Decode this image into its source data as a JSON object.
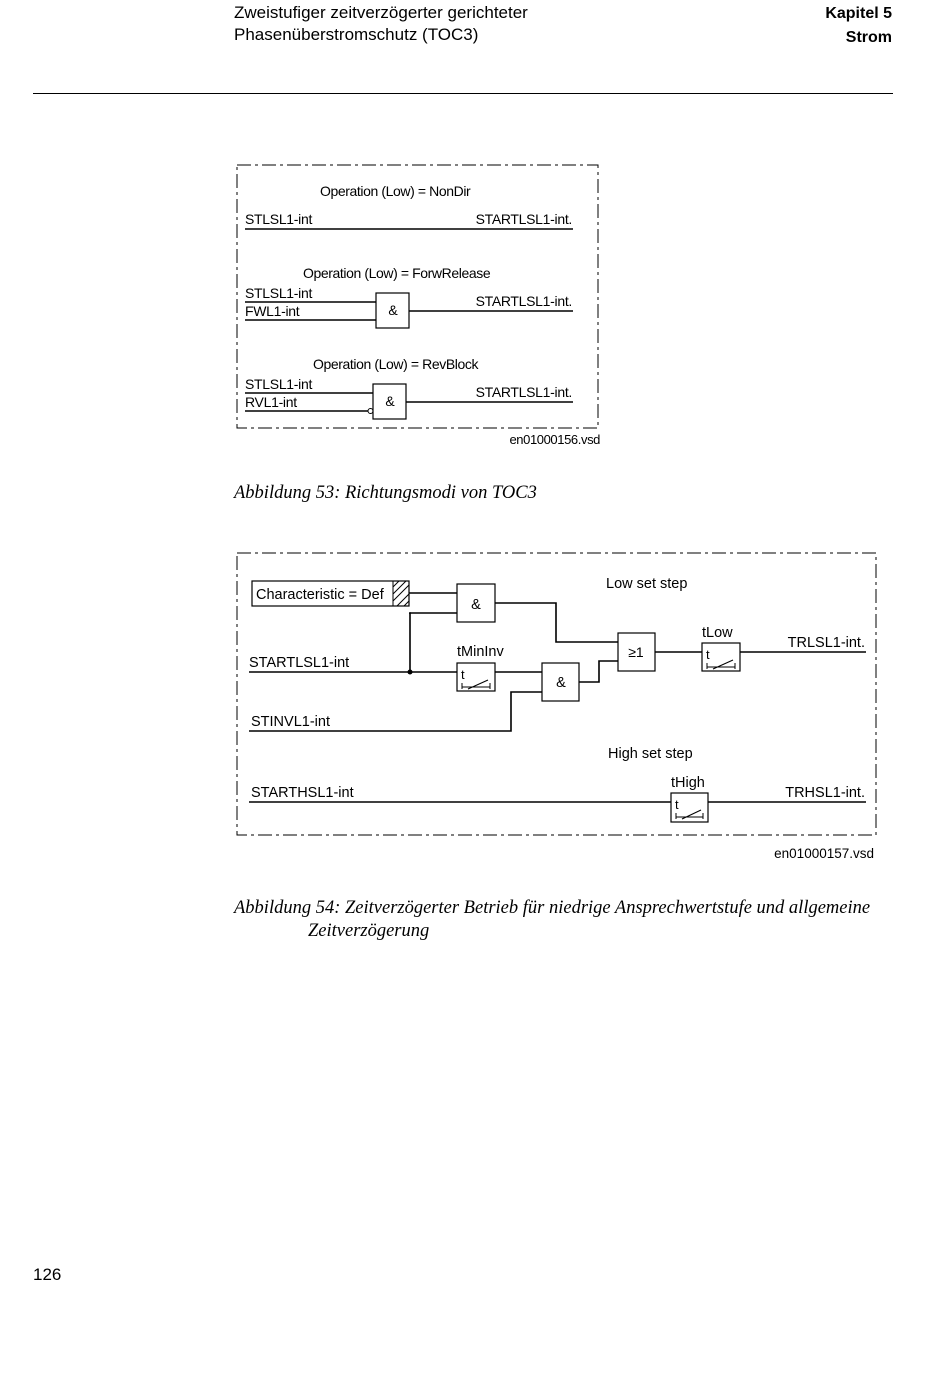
{
  "header": {
    "title_line1": "Zweistufiger zeitverzögerter gerichteter",
    "title_line2": "Phasenüberstromschutz (TOC3)",
    "chapter": "Kapitel 5",
    "section": "Strom"
  },
  "figure53": {
    "mode1_title": "Operation (Low) = NonDir",
    "mode1_input": "STLSL1-int",
    "mode1_output": "STARTLSL1-int.",
    "mode2_title": "Operation (Low) = ForwRelease",
    "mode2_input1": "STLSL1-int",
    "mode2_input2": "FWL1-int",
    "mode2_gate": "&",
    "mode2_output": "STARTLSL1-int.",
    "mode3_title": "Operation (Low) = RevBlock",
    "mode3_input1": "STLSL1-int",
    "mode3_input2": "RVL1-int",
    "mode3_gate": "&",
    "mode3_output": "STARTLSL1-int.",
    "file_id": "en01000156.vsd",
    "caption": "Abbildung 53: Richtungsmodi von TOC3"
  },
  "figure54": {
    "characteristic_label": "Characteristic = Def",
    "low_set_step": "Low set step",
    "and_gate1": "&",
    "and_gate2": "&",
    "or_gate": "≥1",
    "tmininv_label": "tMinInv",
    "tlow_label": "tLow",
    "timer_symbol": "t",
    "input_startlsl1": "STARTLSL1-int",
    "input_stinvl1": "STINVL1-int",
    "output_trlsl1": "TRLSL1-int.",
    "high_set_step": "High set step",
    "input_starthsl1": "STARTHSL1-int",
    "thigh_label": "tHigh",
    "output_trhsl1": "TRHSL1-int.",
    "file_id": "en01000157.vsd",
    "caption_line1": "Abbildung 54: Zeitverzögerter Betrieb für niedrige Ansprechwertstufe und allgemeine",
    "caption_line2": "Zeitverzögerung"
  },
  "footer": {
    "page_number": "126"
  }
}
